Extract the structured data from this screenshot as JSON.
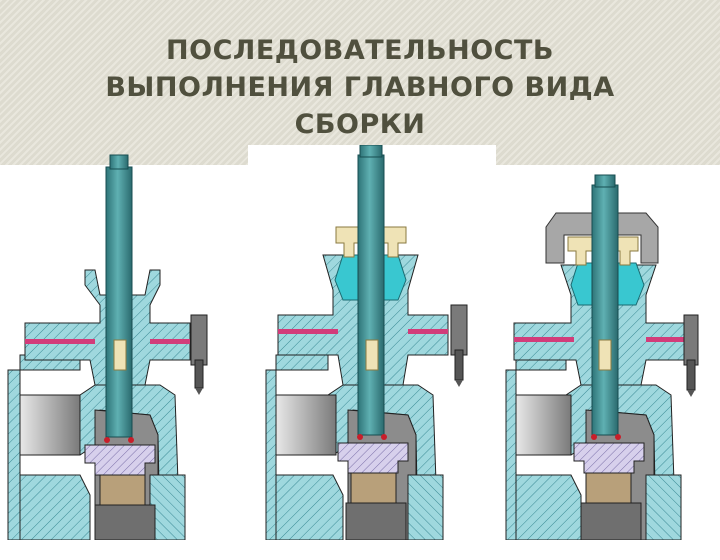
{
  "slide": {
    "title_lines": [
      "ПОСЛЕДОВАТЕЛЬНОСТЬ",
      "ВЫПОЛНЕНИЯ ГЛАВНОГО ВИДА",
      "СБОРКИ"
    ]
  },
  "colors": {
    "background": "#e4e2d6",
    "title_text": "#50503e",
    "body_fill": "#9fd8de",
    "body_hatch": "#3a8a94",
    "stem": "#3c8e92",
    "stem_dark": "#1e5e62",
    "seat": "#b8a07a",
    "gasket": "#d23c7a",
    "cap": "#a7a7a7",
    "gland_nut": "#efe3b6",
    "packing": "#39c7d0",
    "interior": "#8c8c8c"
  },
  "stages": [
    {
      "id": "stage-1",
      "parts": [
        "body",
        "bonnet",
        "stem",
        "seat",
        "gasket",
        "stud"
      ]
    },
    {
      "id": "stage-2",
      "parts": [
        "body",
        "bonnet",
        "stem",
        "seat",
        "gasket",
        "stud",
        "packing",
        "gland-nut"
      ]
    },
    {
      "id": "stage-3",
      "parts": [
        "body",
        "bonnet",
        "stem",
        "seat",
        "gasket",
        "stud",
        "packing",
        "gland-nut",
        "cap"
      ]
    }
  ]
}
